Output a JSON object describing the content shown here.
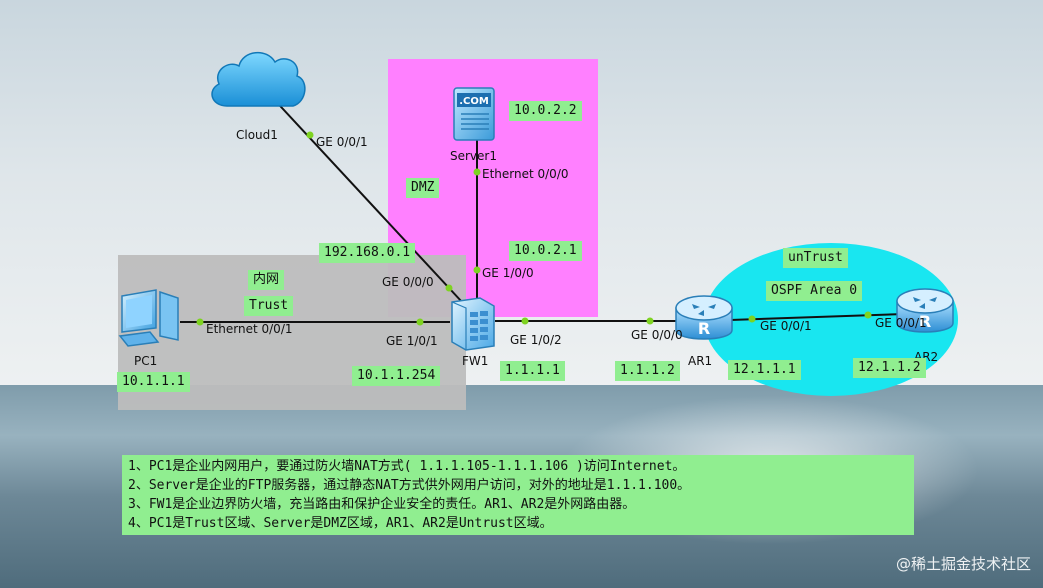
{
  "zones": {
    "dmz": "DMZ",
    "trust_cn": "内网",
    "trust": "Trust",
    "untrust": "unTrust",
    "ospf": "OSPF Area 0"
  },
  "devices": {
    "cloud": "Cloud1",
    "server": "Server1",
    "server_logo": ".COM",
    "pc": "PC1",
    "fw": "FW1",
    "ar1": "AR1",
    "ar2": "AR2"
  },
  "ports": {
    "cloud_ge": "GE 0/0/1",
    "server_eth": "Ethernet 0/0/0",
    "fw_ge100": "GE 1/0/0",
    "fw_ge000": "GE 0/0/0",
    "pc_eth": "Ethernet 0/0/1",
    "fw_ge101": "GE 1/0/1",
    "fw_ge102": "GE 1/0/2",
    "ar1_ge000": "GE 0/0/0",
    "ar1_ge001": "GE 0/0/1",
    "ar2_ge001": "GE 0/0/1"
  },
  "addresses": {
    "server": "10.0.2.2",
    "fw_dmz": "10.0.2.1",
    "fw_mgmt": "192.168.0.1",
    "pc": "10.1.1.1",
    "fw_trust": "10.1.1.254",
    "fw_untrust": "1.1.1.1",
    "ar1_fw": "1.1.1.2",
    "ar1_ar2": "12.1.1.1",
    "ar2": "12.1.1.2"
  },
  "notes": [
    "1、PC1是企业内网用户，要通过防火墙NAT方式( 1.1.1.105-1.1.1.106 )访问Internet。",
    "2、Server是企业的FTP服务器，通过静态NAT方式供外网用户访问，对外的地址是1.1.1.100。",
    "3、FW1是企业边界防火墙，充当路由和保护企业安全的责任。AR1、AR2是外网路由器。",
    "4、PC1是Trust区域、Server是DMZ区域，AR1、AR2是Untrust区域。"
  ],
  "watermark": "@稀土掘金技术社区",
  "colors": {
    "dmz": "#ff80ff",
    "trust": "#bdbdbd",
    "untrust": "#19e6f0",
    "label_bg": "#90ee90",
    "port_dot": "#7ed321"
  }
}
